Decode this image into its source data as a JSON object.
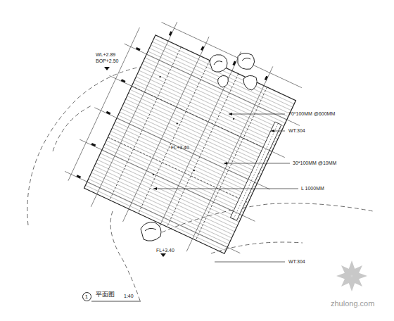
{
  "diagram": {
    "nodes": [
      {
        "text": [
          "1"
        ]
      }
    ],
    "labels": [
      "WL+2.89",
      "BOP+2.50",
      "FL+3.40",
      "FL+3.40",
      "70*100MM @600MM",
      "WT:304",
      "30*100MM @10MM",
      "L 1000MM",
      "WT:304",
      "平面图",
      "1:40",
      "zhulong.com"
    ]
  }
}
